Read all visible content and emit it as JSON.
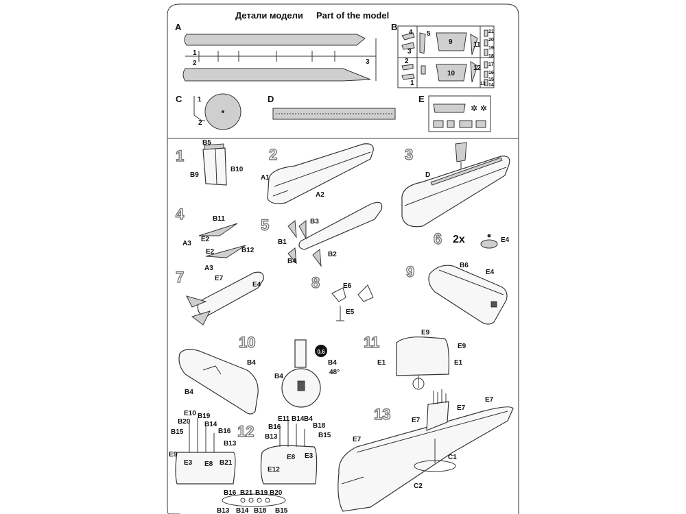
{
  "header": {
    "title_ru": "Детали модели",
    "title_en": "Part of the model"
  },
  "sprues": {
    "a": {
      "letter": "A",
      "numbers": [
        "1",
        "2",
        "3"
      ]
    },
    "b": {
      "letter": "B",
      "numbers": [
        "4",
        "5",
        "3",
        "2",
        "1",
        "9",
        "10",
        "11",
        "12",
        "13",
        "14",
        "15",
        "16",
        "17",
        "18",
        "19",
        "20",
        "21"
      ]
    },
    "c": {
      "letter": "C",
      "numbers": [
        "1",
        "2"
      ]
    },
    "d": {
      "letter": "D"
    },
    "e": {
      "letter": "E"
    }
  },
  "steps": [
    {
      "number": "1",
      "labels": [
        "B5",
        "B9",
        "B10"
      ]
    },
    {
      "number": "2",
      "labels": [
        "A1",
        "A2"
      ]
    },
    {
      "number": "3",
      "labels": [
        "D"
      ]
    },
    {
      "number": "4",
      "labels": [
        "B11",
        "E2",
        "A3",
        "E2",
        "B12",
        "A3"
      ]
    },
    {
      "number": "5",
      "labels": [
        "B3",
        "B1",
        "B4",
        "B2"
      ]
    },
    {
      "number": "6",
      "multiplier": "2x",
      "labels": [
        "E4"
      ]
    },
    {
      "number": "7",
      "labels": [
        "E7",
        "E4"
      ]
    },
    {
      "number": "8",
      "labels": [
        "E6",
        "E5"
      ]
    },
    {
      "number": "9",
      "labels": [
        "B6",
        "E4"
      ]
    },
    {
      "number": "10",
      "labels": [
        "B4",
        "B4",
        "B4",
        "B4"
      ],
      "angle": "48°",
      "drill": "0.6"
    },
    {
      "number": "11",
      "labels": [
        "E9",
        "E9",
        "E1",
        "E1"
      ]
    },
    {
      "number": "12",
      "labels": [
        "E10",
        "B20",
        "B19",
        "B14",
        "B15",
        "B16",
        "B13",
        "E9",
        "E3",
        "E8",
        "B21",
        "E11",
        "B14",
        "B4",
        "B16",
        "B18",
        "B13",
        "B15",
        "E8",
        "E3",
        "E12"
      ]
    },
    {
      "number": "13",
      "labels": [
        "E7",
        "E7",
        "E7",
        "E7",
        "C1",
        "C2"
      ]
    }
  ],
  "mast_detail": {
    "labels": [
      "B16",
      "B21",
      "B19",
      "B20",
      "B13",
      "B14",
      "B18",
      "B15"
    ]
  }
}
